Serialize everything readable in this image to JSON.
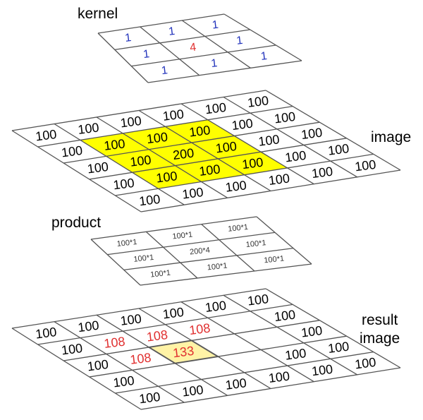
{
  "colors": {
    "grid_line": "#555555",
    "highlight": "#ffff00",
    "result_highlight": "#fff3a6",
    "text_default": "#000000",
    "text_blue": "#2233bb",
    "text_red": "#e03030",
    "text_small": "#333333"
  },
  "labels": {
    "kernel": "kernel",
    "image": "image",
    "product": "product",
    "result_line1": "result",
    "result_line2": "image"
  },
  "grids": {
    "kernel": {
      "rows": [
        [
          "1",
          "1",
          "1"
        ],
        [
          "1",
          "4",
          "1"
        ],
        [
          "1",
          "1",
          "1"
        ]
      ],
      "text_colors": [
        [
          "blue",
          "blue",
          "blue"
        ],
        [
          "blue",
          "red",
          "blue"
        ],
        [
          "blue",
          "blue",
          "blue"
        ]
      ]
    },
    "image": {
      "rows": [
        [
          "100",
          "100",
          "100",
          "100",
          "100",
          "100"
        ],
        [
          "100",
          "100",
          "100",
          "100",
          "100",
          "100"
        ],
        [
          "100",
          "100",
          "200",
          "100",
          "100",
          "100"
        ],
        [
          "100",
          "100",
          "100",
          "100",
          "100",
          "100"
        ],
        [
          "100",
          "100",
          "100",
          "100",
          "100",
          "100"
        ]
      ],
      "highlight": [
        [
          false,
          false,
          false,
          false,
          false,
          false
        ],
        [
          false,
          true,
          true,
          true,
          false,
          false
        ],
        [
          false,
          true,
          true,
          true,
          false,
          false
        ],
        [
          false,
          true,
          true,
          true,
          false,
          false
        ],
        [
          false,
          false,
          false,
          false,
          false,
          false
        ]
      ]
    },
    "product": {
      "rows": [
        [
          "100*1",
          "100*1",
          "100*1"
        ],
        [
          "100*1",
          "200*4",
          "100*1"
        ],
        [
          "100*1",
          "100*1",
          "100*1"
        ]
      ]
    },
    "result": {
      "rows": [
        [
          "100",
          "100",
          "100",
          "100",
          "100",
          "100"
        ],
        [
          "100",
          "108",
          "108",
          "108",
          "",
          "100"
        ],
        [
          "100",
          "108",
          "133",
          "",
          "",
          "100"
        ],
        [
          "100",
          "",
          "",
          "",
          "100",
          "100"
        ],
        [
          "100",
          "100",
          "100",
          "100",
          "100",
          "100"
        ]
      ],
      "text_colors": [
        [
          "default",
          "default",
          "default",
          "default",
          "default",
          "default"
        ],
        [
          "default",
          "red",
          "red",
          "red",
          "default",
          "default"
        ],
        [
          "default",
          "red",
          "red",
          "default",
          "default",
          "default"
        ],
        [
          "default",
          "default",
          "default",
          "default",
          "default",
          "default"
        ],
        [
          "default",
          "default",
          "default",
          "default",
          "default",
          "default"
        ]
      ],
      "highlight": [
        [
          false,
          false,
          false,
          false,
          false,
          false
        ],
        [
          false,
          false,
          false,
          false,
          false,
          false
        ],
        [
          false,
          false,
          true,
          false,
          false,
          false
        ],
        [
          false,
          false,
          false,
          false,
          false,
          false
        ],
        [
          false,
          false,
          false,
          false,
          false,
          false
        ]
      ]
    }
  }
}
